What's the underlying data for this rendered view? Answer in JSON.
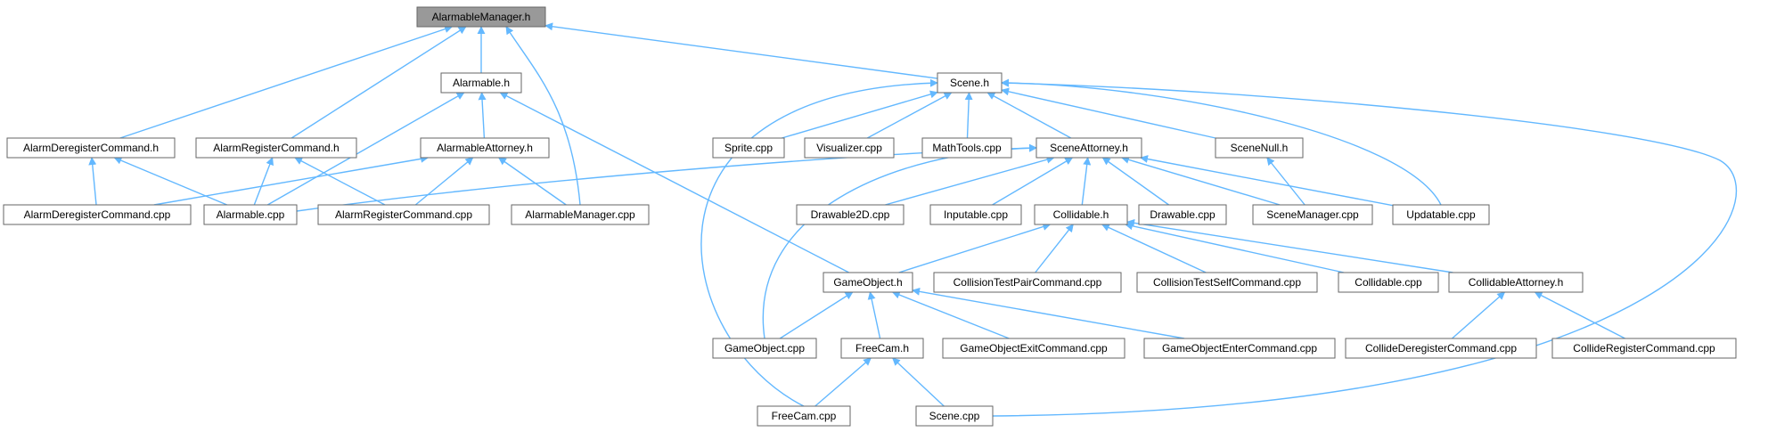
{
  "nodes": [
    {
      "id": "alarmable_manager_h",
      "label": "AlarmableManager.h",
      "root": true
    },
    {
      "id": "alarmable_h",
      "label": "Alarmable.h"
    },
    {
      "id": "scene_h",
      "label": "Scene.h"
    },
    {
      "id": "alarm_deregister_command_h",
      "label": "AlarmDeregisterCommand.h"
    },
    {
      "id": "alarm_register_command_h",
      "label": "AlarmRegisterCommand.h"
    },
    {
      "id": "alarmable_attorney_h",
      "label": "AlarmableAttorney.h"
    },
    {
      "id": "sprite_cpp",
      "label": "Sprite.cpp"
    },
    {
      "id": "visualizer_cpp",
      "label": "Visualizer.cpp"
    },
    {
      "id": "mathtools_cpp",
      "label": "MathTools.cpp"
    },
    {
      "id": "scene_attorney_h",
      "label": "SceneAttorney.h"
    },
    {
      "id": "scene_null_h",
      "label": "SceneNull.h"
    },
    {
      "id": "alarm_deregister_command_cpp",
      "label": "AlarmDeregisterCommand.cpp"
    },
    {
      "id": "alarmable_cpp",
      "label": "Alarmable.cpp"
    },
    {
      "id": "alarm_register_command_cpp",
      "label": "AlarmRegisterCommand.cpp"
    },
    {
      "id": "alarmable_manager_cpp",
      "label": "AlarmableManager.cpp"
    },
    {
      "id": "drawable2d_cpp",
      "label": "Drawable2D.cpp"
    },
    {
      "id": "inputable_cpp",
      "label": "Inputable.cpp"
    },
    {
      "id": "collidable_h",
      "label": "Collidable.h"
    },
    {
      "id": "drawable_cpp",
      "label": "Drawable.cpp"
    },
    {
      "id": "scene_manager_cpp",
      "label": "SceneManager.cpp"
    },
    {
      "id": "updatable_cpp",
      "label": "Updatable.cpp"
    },
    {
      "id": "gameobject_h",
      "label": "GameObject.h"
    },
    {
      "id": "collision_test_pair_command_cpp",
      "label": "CollisionTestPairCommand.cpp"
    },
    {
      "id": "collision_test_self_command_cpp",
      "label": "CollisionTestSelfCommand.cpp"
    },
    {
      "id": "collidable_cpp",
      "label": "Collidable.cpp"
    },
    {
      "id": "collidable_attorney_h",
      "label": "CollidableAttorney.h"
    },
    {
      "id": "gameobject_cpp",
      "label": "GameObject.cpp"
    },
    {
      "id": "freecam_h",
      "label": "FreeCam.h"
    },
    {
      "id": "gameobject_exit_command_cpp",
      "label": "GameObjectExitCommand.cpp"
    },
    {
      "id": "gameobject_enter_command_cpp",
      "label": "GameObjectEnterCommand.cpp"
    },
    {
      "id": "collide_deregister_command_cpp",
      "label": "CollideDeregisterCommand.cpp"
    },
    {
      "id": "collide_register_command_cpp",
      "label": "CollideRegisterCommand.cpp"
    },
    {
      "id": "freecam_cpp",
      "label": "FreeCam.cpp"
    },
    {
      "id": "scene_cpp",
      "label": "Scene.cpp"
    }
  ],
  "edges": [
    {
      "from": "alarmable_h",
      "to": "alarmable_manager_h"
    },
    {
      "from": "scene_h",
      "to": "alarmable_manager_h"
    },
    {
      "from": "alarm_deregister_command_h",
      "to": "alarmable_manager_h"
    },
    {
      "from": "alarm_register_command_h",
      "to": "alarmable_manager_h"
    },
    {
      "from": "alarmable_manager_cpp",
      "to": "alarmable_manager_h"
    },
    {
      "from": "alarmable_attorney_h",
      "to": "alarmable_h"
    },
    {
      "from": "alarmable_cpp",
      "to": "alarmable_h"
    },
    {
      "from": "gameobject_h",
      "to": "alarmable_h"
    },
    {
      "from": "alarm_deregister_command_cpp",
      "to": "alarm_deregister_command_h"
    },
    {
      "from": "alarmable_cpp",
      "to": "alarm_deregister_command_h"
    },
    {
      "from": "alarmable_cpp",
      "to": "alarm_register_command_h"
    },
    {
      "from": "alarm_register_command_cpp",
      "to": "alarm_register_command_h"
    },
    {
      "from": "alarm_deregister_command_cpp",
      "to": "alarmable_attorney_h"
    },
    {
      "from": "alarm_register_command_cpp",
      "to": "alarmable_attorney_h"
    },
    {
      "from": "alarmable_manager_cpp",
      "to": "alarmable_attorney_h"
    },
    {
      "from": "sprite_cpp",
      "to": "scene_h"
    },
    {
      "from": "visualizer_cpp",
      "to": "scene_h"
    },
    {
      "from": "mathtools_cpp",
      "to": "scene_h"
    },
    {
      "from": "scene_attorney_h",
      "to": "scene_h"
    },
    {
      "from": "scene_null_h",
      "to": "scene_h"
    },
    {
      "from": "updatable_cpp",
      "to": "scene_h"
    },
    {
      "from": "freecam_cpp",
      "to": "scene_h"
    },
    {
      "from": "scene_cpp",
      "to": "scene_h"
    },
    {
      "from": "alarmable_cpp",
      "to": "scene_attorney_h"
    },
    {
      "from": "drawable2d_cpp",
      "to": "scene_attorney_h"
    },
    {
      "from": "inputable_cpp",
      "to": "scene_attorney_h"
    },
    {
      "from": "collidable_h",
      "to": "scene_attorney_h"
    },
    {
      "from": "drawable_cpp",
      "to": "scene_attorney_h"
    },
    {
      "from": "scene_manager_cpp",
      "to": "scene_attorney_h"
    },
    {
      "from": "updatable_cpp",
      "to": "scene_attorney_h"
    },
    {
      "from": "gameobject_cpp",
      "to": "scene_attorney_h"
    },
    {
      "from": "scene_manager_cpp",
      "to": "scene_null_h"
    },
    {
      "from": "gameobject_h",
      "to": "collidable_h"
    },
    {
      "from": "collision_test_pair_command_cpp",
      "to": "collidable_h"
    },
    {
      "from": "collision_test_self_command_cpp",
      "to": "collidable_h"
    },
    {
      "from": "collidable_cpp",
      "to": "collidable_h"
    },
    {
      "from": "collidable_attorney_h",
      "to": "collidable_h"
    },
    {
      "from": "gameobject_cpp",
      "to": "gameobject_h"
    },
    {
      "from": "freecam_h",
      "to": "gameobject_h"
    },
    {
      "from": "gameobject_exit_command_cpp",
      "to": "gameobject_h"
    },
    {
      "from": "gameobject_enter_command_cpp",
      "to": "gameobject_h"
    },
    {
      "from": "collide_deregister_command_cpp",
      "to": "collidable_attorney_h"
    },
    {
      "from": "collide_register_command_cpp",
      "to": "collidable_attorney_h"
    },
    {
      "from": "freecam_cpp",
      "to": "freecam_h"
    },
    {
      "from": "scene_cpp",
      "to": "freecam_h"
    }
  ],
  "colors": {
    "edge": "#63B8FF",
    "node_border": "#666666",
    "node_fill": "#FFFFFF",
    "root_fill": "#999999",
    "text": "#000000"
  }
}
